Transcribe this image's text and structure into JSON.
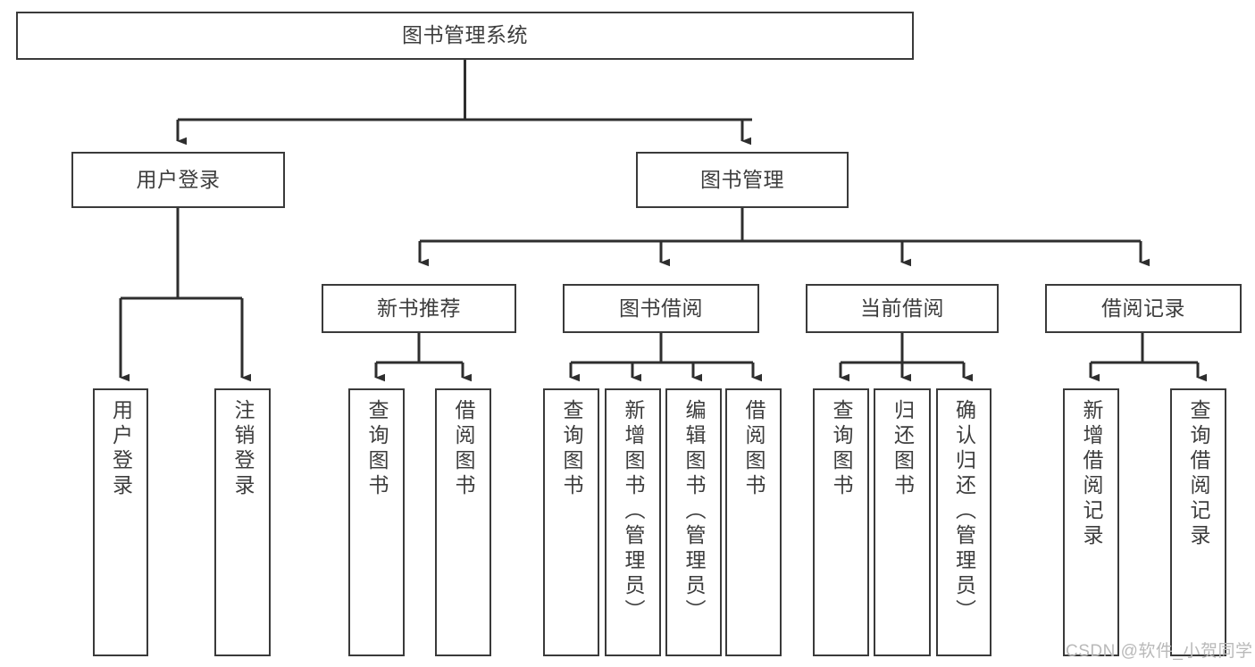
{
  "diagram": {
    "title": "图书管理系统",
    "type": "hierarchy-tree",
    "stroke_color": "#3a3a3a",
    "text_color": "#3d3d3d",
    "background_color": "#ffffff",
    "watermark": "CSDN @软件_小贺同学"
  },
  "nodes": {
    "root": {
      "label": "图书管理系统"
    },
    "level2": [
      {
        "label": "用户登录"
      },
      {
        "label": "图书管理"
      }
    ],
    "level3": [
      {
        "label": "新书推荐"
      },
      {
        "label": "图书借阅"
      },
      {
        "label": "当前借阅"
      },
      {
        "label": "借阅记录"
      }
    ],
    "leaves": [
      {
        "label": "用户登录",
        "parent": "用户登录"
      },
      {
        "label": "注销登录",
        "parent": "用户登录"
      },
      {
        "label": "查询图书",
        "parent": "新书推荐"
      },
      {
        "label": "借阅图书",
        "parent": "新书推荐"
      },
      {
        "label": "查询图书",
        "parent": "图书借阅"
      },
      {
        "label": "新增图书（管理员）",
        "parent": "图书借阅"
      },
      {
        "label": "编辑图书（管理员）",
        "parent": "图书借阅"
      },
      {
        "label": "借阅图书",
        "parent": "图书借阅"
      },
      {
        "label": "查询图书",
        "parent": "当前借阅"
      },
      {
        "label": "归还图书",
        "parent": "当前借阅"
      },
      {
        "label": "确认归还（管理员）",
        "parent": "当前借阅"
      },
      {
        "label": "新增借阅记录",
        "parent": "借阅记录"
      },
      {
        "label": "查询借阅记录",
        "parent": "借阅记录"
      }
    ]
  }
}
